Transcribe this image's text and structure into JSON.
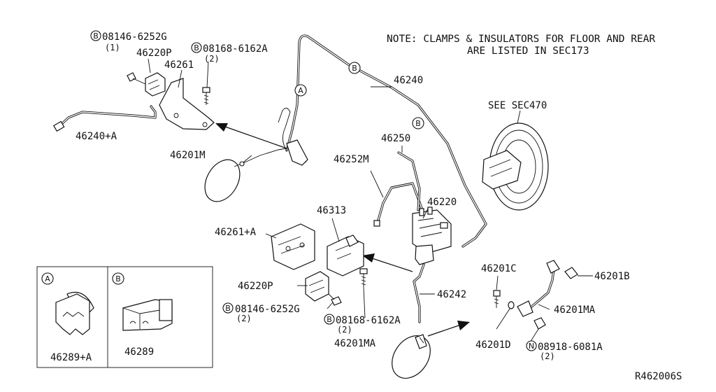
{
  "note": {
    "line1": "NOTE: CLAMPS & INSULATORS FOR FLOOR AND REAR",
    "line2": "ARE LISTED IN SEC173"
  },
  "see_sec": "SEE SEC470",
  "diagram_ref": "R462006S",
  "callout_letters": {
    "a": "A",
    "b": "B",
    "n": "N"
  },
  "labels": {
    "bolt_top_left": "08146-6252G",
    "bolt_top_left_qty": "(1)",
    "p46220P_top": "46220P",
    "bolt_top_mid": "08168-6162A",
    "bolt_top_mid_qty": "(2)",
    "p46261": "46261",
    "p46240A": "46240+A",
    "p46201M": "46201M",
    "p46240": "46240",
    "p46250": "46250",
    "p46252M": "46252M",
    "p46220": "46220",
    "p46313": "46313",
    "p46261A": "46261+A",
    "p46220P_low": "46220P",
    "bolt_low_left": "08146-6252G",
    "bolt_low_left_qty": "(2)",
    "bolt_low_mid": "08168-6162A",
    "bolt_low_mid_qty": "(2)",
    "p46242": "46242",
    "p46201MA_low": "46201MA",
    "p46201C": "46201C",
    "p46201B": "46201B",
    "p46201MA_right": "46201MA",
    "p46201D": "46201D",
    "nut_ref": "08918-6081A",
    "nut_qty": "(2)",
    "p46289A": "46289+A",
    "p46289": "46289"
  }
}
